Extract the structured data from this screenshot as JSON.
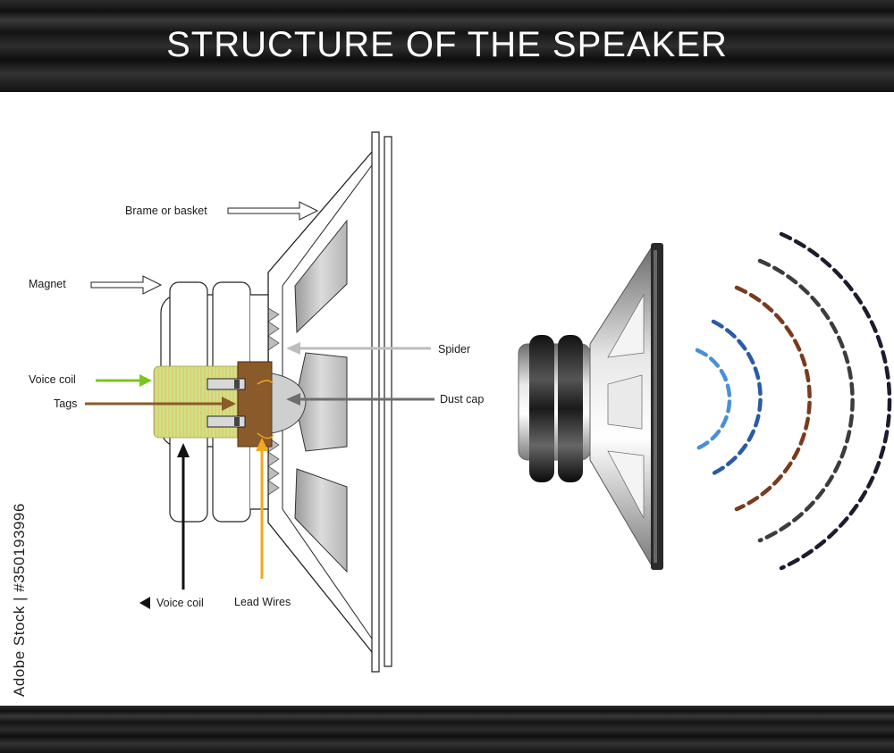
{
  "title": "STRUCTURE OF THE SPEAKER",
  "labels": {
    "frame": "Brame or basket",
    "magnet": "Magnet",
    "voice_coil_top": "Voice coil",
    "tags": "Tags",
    "spider": "Spider",
    "dust_cap": "Dust cap",
    "voice_coil_bottom": "Voice coil",
    "lead_wires": "Lead Wires"
  },
  "stock_id": "Adobe Stock | #350193996",
  "colors": {
    "voice_coil_arrow": "#7cc520",
    "tags_arrow": "#8a5a2b",
    "lead_wires_arrow": "#f2a91e",
    "spider_arrow": "#bdbdbd",
    "dust_cap_arrow": "#6e6e6e",
    "bobbin": "#8b5a2b",
    "coil": "#e4ec8a"
  },
  "sound_waves": [
    "#4a8fd8",
    "#2a5aa8",
    "#7a3a1e",
    "#3c3c3c",
    "#1c1c2e"
  ]
}
